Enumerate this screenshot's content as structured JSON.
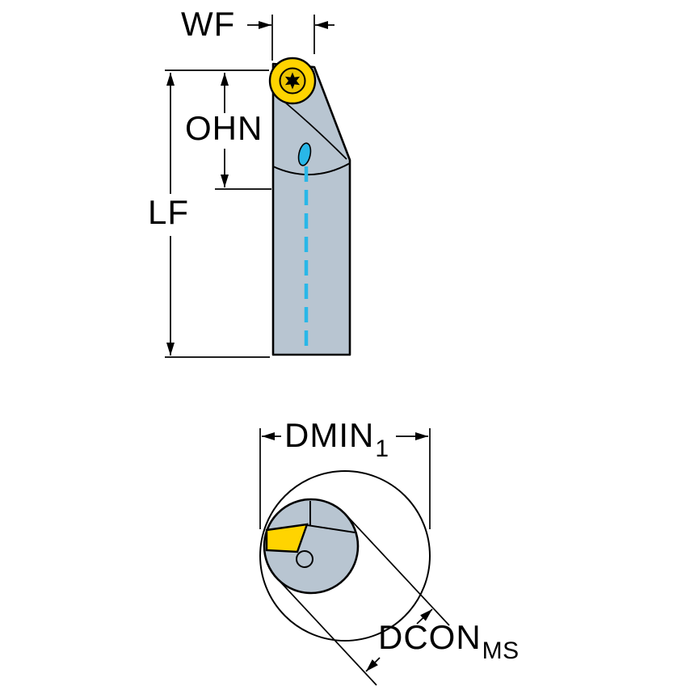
{
  "labels": {
    "wf": "WF",
    "ohn": "OHN",
    "lf": "LF",
    "dmin": {
      "base": "DMIN",
      "sub": "1"
    },
    "dcon": {
      "base": "DCON",
      "sub": "MS"
    }
  },
  "colors": {
    "outline": "#000000",
    "body_fill": "#b8c5d1",
    "insert_yellow": "#ffd400",
    "screw_gold": "#edc500",
    "coolant_cyan": "#29b7e8",
    "background": "#ffffff"
  }
}
